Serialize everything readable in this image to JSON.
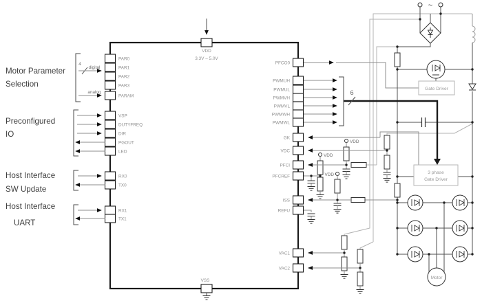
{
  "left_annotations": {
    "motor_param_line1": "Motor Parameter",
    "motor_param_line2": "Selection",
    "digital_bus_width": "4",
    "digital_label": "digital",
    "analog_label": "analog",
    "preconfigured_line1": "Preconfigured",
    "preconfigured_line2": "IO",
    "host_sw_line1": "Host Interface",
    "host_sw_line2": "SW Update",
    "host_uart_line1": "Host Interface",
    "host_uart_line2": "UART"
  },
  "chip": {
    "vdd_pin": "VDD",
    "vdd_range": "3.3V – 5.0V",
    "vss_pin": "VSS",
    "left_pins": [
      "PAR0",
      "PAR1",
      "PAR2",
      "PAR3",
      "PARAM",
      "VSP",
      "DUTYFREQ",
      "DIR",
      "PGOUT",
      "LED",
      "RX0",
      "TX0",
      "RX1",
      "TX1"
    ],
    "right_pins": [
      "PFCG0",
      "PWMUH",
      "PWMUL",
      "PWMVH",
      "PWMVL",
      "PWMWH",
      "PWMWL",
      "GK",
      "VDC",
      "PFCI",
      "PFCREF",
      "ISS",
      "REFU",
      "VAC1",
      "VAC2"
    ]
  },
  "right_side": {
    "pwm_bus_width": "6",
    "ac_symbol": "~",
    "vdd_net": "VDD",
    "gate_driver": "Gate Driver",
    "three_phase_line1": "3 phase",
    "three_phase_line2": "Gate Driver",
    "motor": "Motor"
  },
  "colors": {
    "wire_light": "#b3b3b3",
    "wire_dark": "#4f4f4f",
    "pin_label_gray": "#8f8f8f",
    "annotation_text": "#3f3f3f",
    "block_border": "#b5b5b5"
  }
}
